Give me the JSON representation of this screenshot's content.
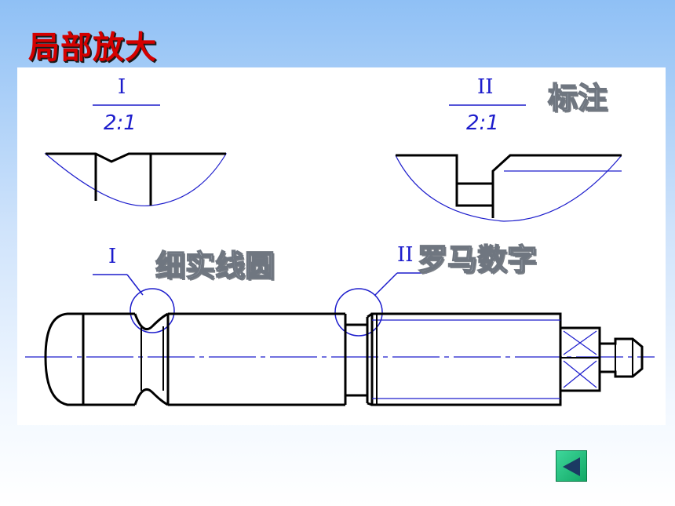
{
  "title": "局部放大",
  "annotations": {
    "biaozhu": "标注",
    "xishixianyuan": "细实线圆",
    "luomashuzi": "罗马数字"
  },
  "details": {
    "detail1": {
      "numeral": "I",
      "scale": "2:1"
    },
    "detail2": {
      "numeral": "II",
      "scale": "2:1"
    }
  },
  "marks": {
    "mark1": "I",
    "mark2": "II"
  },
  "colors": {
    "title_red": "#d40000",
    "line_blue": "#1c1ccc",
    "outline_black": "#000000",
    "back_button_green": "#1ec27e"
  },
  "nav": {
    "back_icon": "left-triangle-icon"
  }
}
